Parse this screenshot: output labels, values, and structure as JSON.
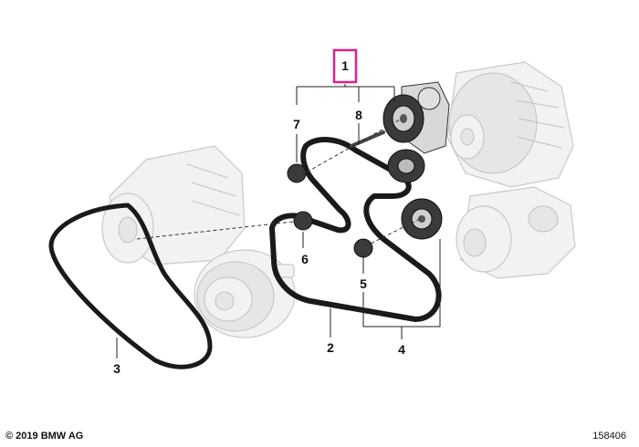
{
  "callouts": {
    "part_1": "1",
    "part_2": "2",
    "part_3": "3",
    "part_4": "4",
    "part_5": "5",
    "part_6": "6",
    "part_7": "7",
    "part_8": "8"
  },
  "highlight_color": "#e0208c",
  "footer": {
    "copyright": "© 2019 BMW AG",
    "diagram_id": "158406"
  }
}
